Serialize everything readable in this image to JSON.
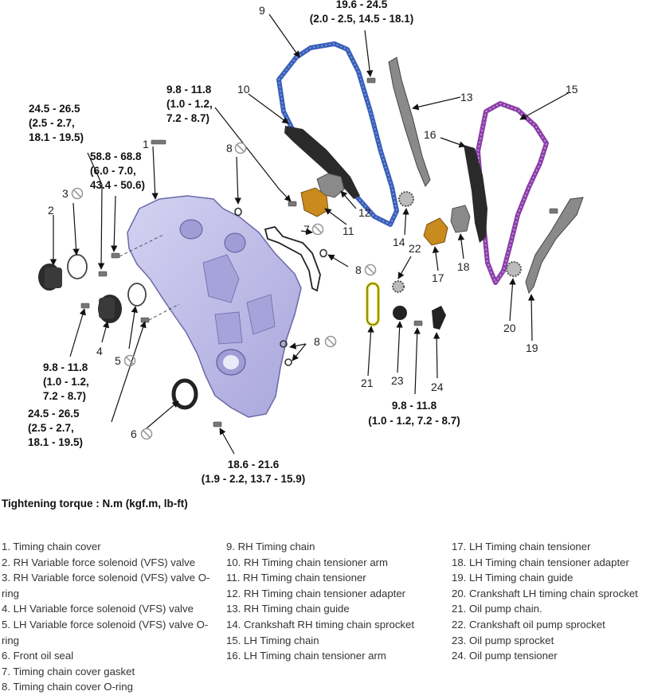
{
  "torques": {
    "t9": [
      "19.6 - 24.5",
      "(2.0 - 2.5, 14.5 - 18.1)"
    ],
    "t10": [
      "9.8 - 11.8",
      "(1.0 - 1.2,",
      "7.2 - 8.7)"
    ],
    "t1a": [
      "24.5 - 26.5",
      "(2.5 - 2.7,",
      "18.1 - 19.5)"
    ],
    "t1b": [
      "58.8 - 68.8",
      "(6.0 - 7.0,",
      "43.4 - 50.6)"
    ],
    "t4": [
      "9.8 - 11.8",
      "(1.0 - 1.2,",
      "7.2 - 8.7)"
    ],
    "t5": [
      "24.5 - 26.5",
      "(2.5 - 2.7,",
      "18.1 - 19.5)"
    ],
    "t6": [
      "18.6 - 21.6",
      "(1.9 - 2.2, 13.7 - 15.9)"
    ],
    "t23": [
      "9.8 - 11.8",
      "(1.0 - 1.2, 7.2 - 8.7)"
    ]
  },
  "callouts": {
    "c1": "1",
    "c2": "2",
    "c3": "3",
    "c4": "4",
    "c5": "5",
    "c6": "6",
    "c7": "7",
    "c8a": "8",
    "c8b": "8",
    "c8c": "8",
    "c9": "9",
    "c10": "10",
    "c11": "11",
    "c12": "12",
    "c13": "13",
    "c14": "14",
    "c15": "15",
    "c16": "16",
    "c17": "17",
    "c18": "18",
    "c19": "19",
    "c20": "20",
    "c21": "21",
    "c22": "22",
    "c23": "23",
    "c24": "24"
  },
  "caption": "Tightening torque : N.m (kgf.m, lb-ft)",
  "legend": {
    "col1": [
      "1. Timing chain cover",
      "2. RH Variable force solenoid (VFS) valve",
      "3. RH Variable force solenoid (VFS) valve O-ring",
      "4. LH Variable force solenoid (VFS) valve",
      "5. LH Variable force solenoid (VFS) valve O-ring",
      "6. Front oil seal",
      "7. Timing chain cover gasket",
      "8. Timing chain cover O-ring"
    ],
    "col2": [
      "9. RH Timing chain",
      "10. RH Timing chain tensioner arm",
      "11. RH Timing chain tensioner",
      "12. RH Timing chain tensioner adapter",
      "13. RH Timing chain guide",
      "14. Crankshaft RH timing chain sprocket",
      "15. LH Timing chain",
      "16. LH Timing chain tensioner arm"
    ],
    "col3": [
      "17. LH Timing chain tensioner",
      "18. LH Timing chain tensioner adapter",
      "19. LH Timing chain guide",
      "20. Crankshaft LH timing chain sprocket",
      "21. Oil pump chain.",
      "22. Crankshaft oil pump sprocket",
      "23. Oil pump sprocket",
      "24. Oil pump tensioner"
    ]
  },
  "colors": {
    "rh_chain": "#3a5fb8",
    "lh_chain": "#8a3fa8",
    "oil_pump_chain": "#e2dc3a",
    "cover": "#b9b6e6",
    "tensioner": "#c98a1e",
    "no_reuse_symbol": "#9a9a9a"
  }
}
